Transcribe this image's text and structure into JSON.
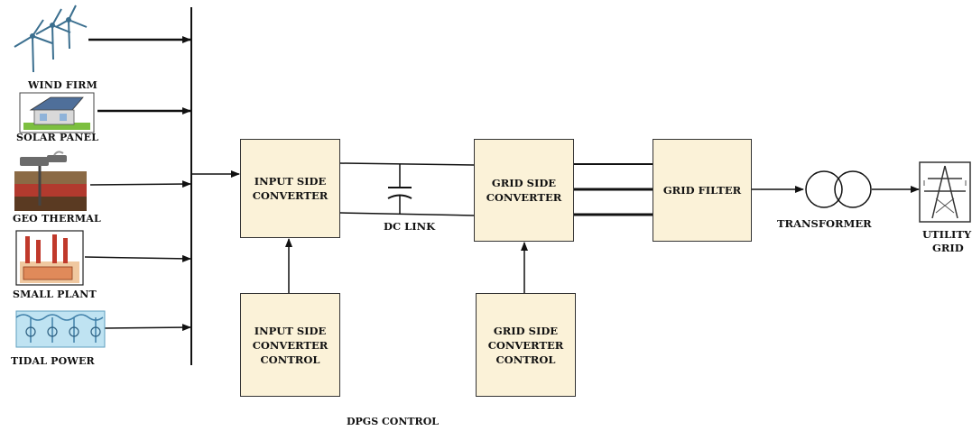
{
  "sources": [
    {
      "label": "WIND FIRM",
      "icon": "wind-turbine-icon"
    },
    {
      "label": "SOLAR PANEL",
      "icon": "solar-house-icon"
    },
    {
      "label": "GEO THERMAL",
      "icon": "geothermal-icon"
    },
    {
      "label": "SMALL PLANT",
      "icon": "power-plant-icon"
    },
    {
      "label": "TIDAL POWER",
      "icon": "tidal-power-icon"
    }
  ],
  "blocks": {
    "input_side_converter": [
      "INPUT SIDE",
      "CONVERTER"
    ],
    "grid_side_converter": [
      "GRID SIDE",
      "CONVERTER"
    ],
    "grid_filter": "GRID FILTER",
    "input_side_converter_control": [
      "INPUT SIDE",
      "CONVERTER",
      "CONTROL"
    ],
    "grid_side_converter_control": [
      "GRID SIDE",
      "CONVERTER",
      "CONTROL"
    ]
  },
  "labels": {
    "dc_link": "DC LINK",
    "transformer": "TRANSFORMER",
    "utility_grid": [
      "UTILITY",
      "GRID"
    ],
    "dpgs_control": "DPGS CONTROL"
  },
  "colors": {
    "box_fill": "#fbf2d8",
    "line": "#111111",
    "tidal_water": "#bfe3f2"
  }
}
